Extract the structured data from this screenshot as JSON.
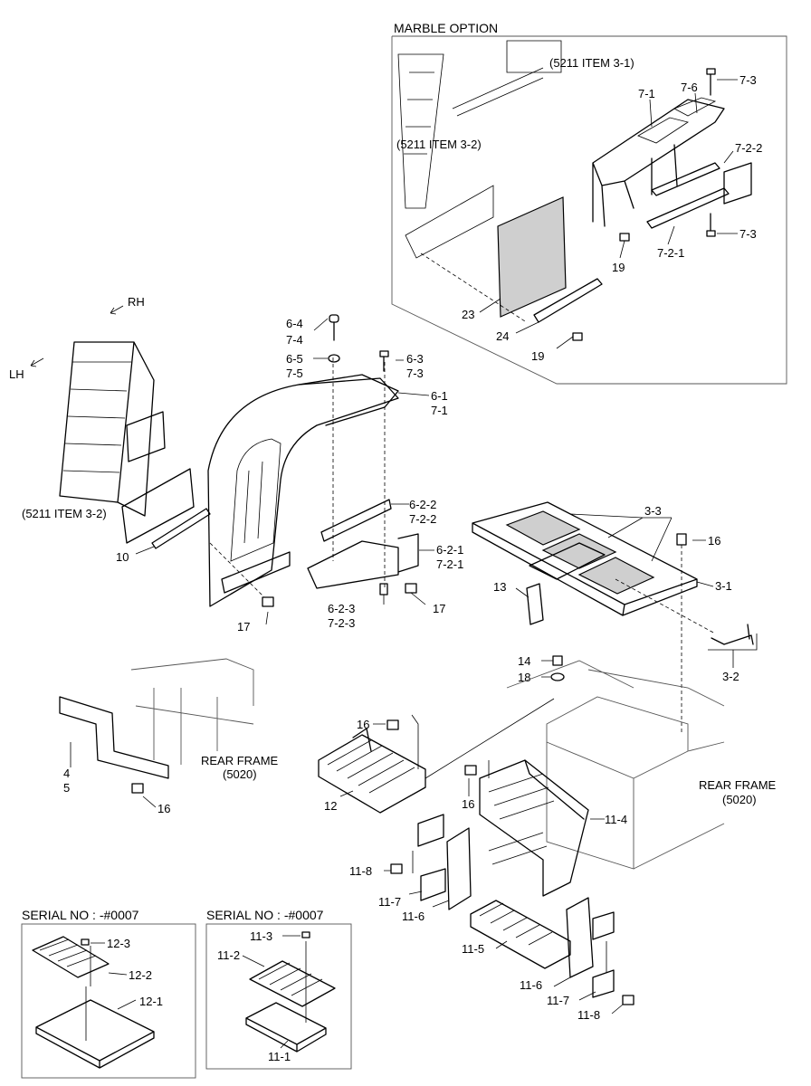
{
  "headers": {
    "marble_option": "MARBLE OPTION",
    "serial_left": "SERIAL NO : -#0007",
    "serial_right": "SERIAL NO : -#0007"
  },
  "orientation": {
    "rh": "RH",
    "lh": "LH"
  },
  "refs": {
    "item_3_1": "(5211 ITEM 3-1)",
    "item_3_2_top": "(5211 ITEM 3-2)",
    "item_3_2_left": "(5211 ITEM 3-2)",
    "rear_frame_a": "REAR FRAME",
    "rear_frame_a_code": "(5020)",
    "rear_frame_b": "REAR FRAME",
    "rear_frame_b_code": "(5020)"
  },
  "labels": {
    "l_7_3a": "7-3",
    "l_7_6": "7-6",
    "l_7_1": "7-1",
    "l_7_2_2": "7-2-2",
    "l_7_3b": "7-3",
    "l_7_2_1": "7-2-1",
    "l_19a": "19",
    "l_23": "23",
    "l_24": "24",
    "l_19b": "19",
    "l_6_4": "6-4",
    "l_7_4": "7-4",
    "l_6_5": "6-5",
    "l_7_5": "7-5",
    "l_6_3": "6-3",
    "l_7_3c": "7-3",
    "l_6_1": "6-1",
    "l_7_1b": "7-1",
    "l_6_2_2": "6-2-2",
    "l_7_2_2b": "7-2-2",
    "l_6_2_1": "6-2-1",
    "l_7_2_1b": "7-2-1",
    "l_6_2_3": "6-2-3",
    "l_7_2_3": "7-2-3",
    "l_17a": "17",
    "l_17b": "17",
    "l_10": "10",
    "l_3_3": "3-3",
    "l_16a": "16",
    "l_3_1": "3-1",
    "l_13": "13",
    "l_3_2": "3-2",
    "l_14": "14",
    "l_18": "18",
    "l_16b": "16",
    "l_4": "4",
    "l_5": "5",
    "l_16c": "16",
    "l_12": "12",
    "l_16d": "16",
    "l_11_4": "11-4",
    "l_11_8a": "11-8",
    "l_11_7a": "11-7",
    "l_11_6a": "11-6",
    "l_11_5": "11-5",
    "l_11_6b": "11-6",
    "l_11_7b": "11-7",
    "l_11_8b": "11-8",
    "l_12_3": "12-3",
    "l_12_2": "12-2",
    "l_12_1": "12-1",
    "l_11_3": "11-3",
    "l_11_2": "11-2",
    "l_11_1": "11-1"
  }
}
